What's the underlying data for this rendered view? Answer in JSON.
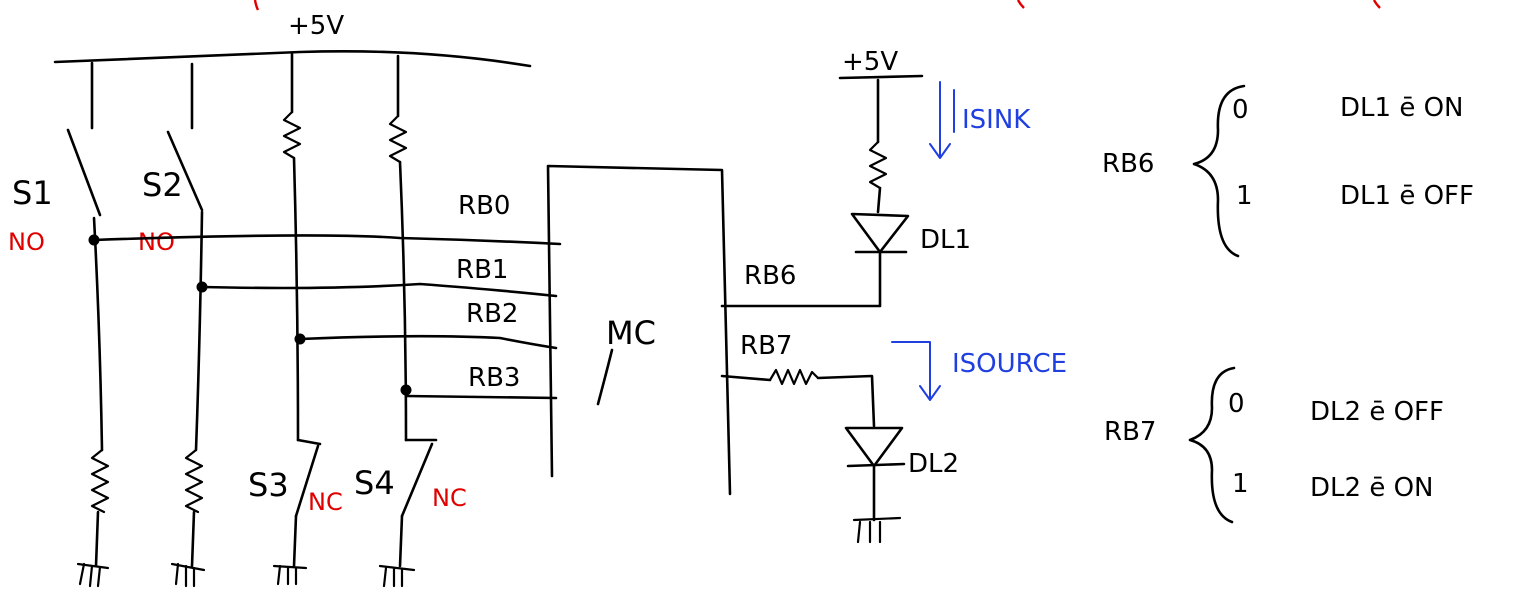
{
  "supply": {
    "top_label": "+5V",
    "led_label": "+5V"
  },
  "switches": [
    {
      "label": "S1",
      "type": "NO"
    },
    {
      "label": "S2",
      "type": "NO"
    },
    {
      "label": "S3",
      "type": "NC"
    },
    {
      "label": "S4",
      "type": "NC"
    }
  ],
  "pins": {
    "rb0": "RB0",
    "rb1": "RB1",
    "rb2": "RB2",
    "rb3": "RB3",
    "rb6": "RB6",
    "rb7": "RB7"
  },
  "mcu_label": "MC",
  "leds": {
    "dl1": "DL1",
    "dl2": "DL2"
  },
  "currents": {
    "sink": "ISINK",
    "source": "ISOURCE"
  },
  "tables": [
    {
      "pin": "RB6",
      "rows": [
        {
          "value": "0",
          "text": "DL1 ē ON"
        },
        {
          "value": "1",
          "text": "DL1 ē OFF"
        }
      ]
    },
    {
      "pin": "RB7",
      "rows": [
        {
          "value": "0",
          "text": "DL2 ē OFF"
        },
        {
          "value": "1",
          "text": "DL2 ē ON"
        }
      ]
    }
  ],
  "colors": {
    "ink": "#000000",
    "red": "#e00000",
    "blue": "#1f3fe0"
  }
}
